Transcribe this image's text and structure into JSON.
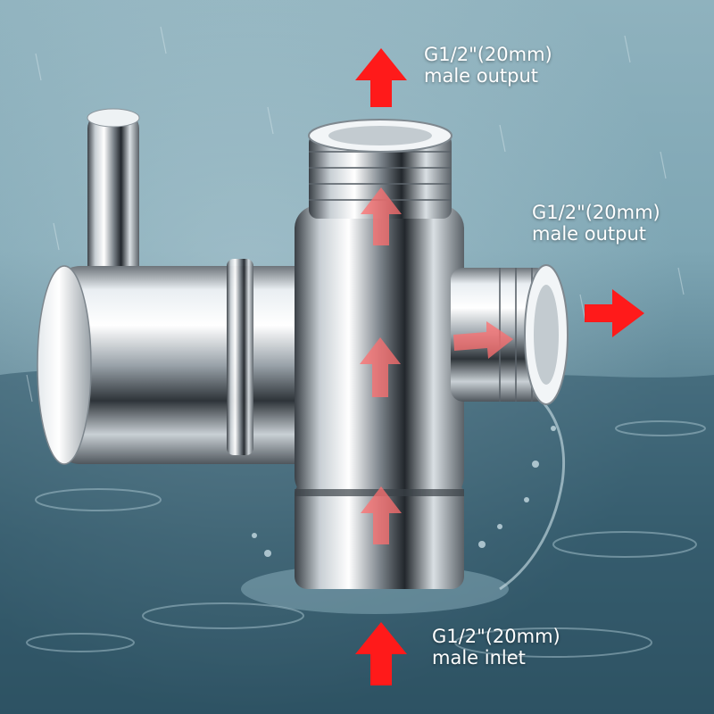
{
  "colors": {
    "arrow": "#ff1a1a",
    "arrow_ghost": "#ff6f6f",
    "label_text": "#ffffff",
    "water": "#7aa4b4"
  },
  "icons": {
    "flow": "arrow-icon"
  },
  "labels": {
    "top_output": {
      "size": "G1/2\"(20mm)",
      "role": "male output"
    },
    "side_output": {
      "size": "G1/2\"(20mm)",
      "role": "male output"
    },
    "inlet": {
      "size": "G1/2\"(20mm)",
      "role": "male inlet"
    }
  }
}
